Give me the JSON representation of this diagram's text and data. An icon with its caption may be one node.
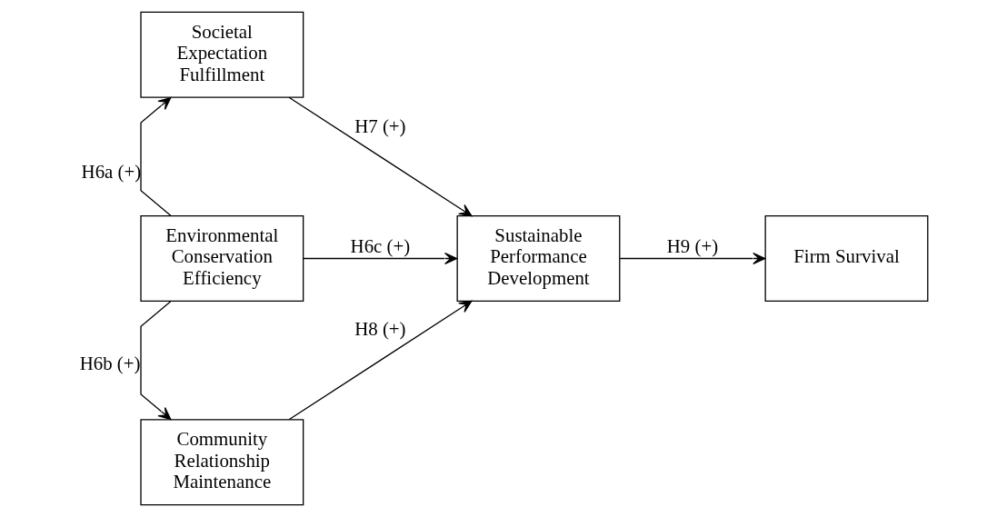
{
  "diagram": {
    "nodes": [
      {
        "text": [
          "Societal Expectation Fulfillment"
        ]
      },
      {
        "text": [
          "Environmental Conservation Efficiency"
        ]
      },
      {
        "text": [
          "Community Relationship Maintenance"
        ]
      },
      {
        "text": [
          "Sustainable Performance Development"
        ]
      },
      {
        "text": [
          "Firm Survival"
        ]
      }
    ],
    "edges": [
      {
        "from": 1,
        "to": 0,
        "arrow": "to",
        "label": "H6a (+)"
      },
      {
        "from": 1,
        "to": 2,
        "arrow": "to",
        "label": "H6b (+)"
      },
      {
        "from": 1,
        "to": 3,
        "arrow": "to",
        "label": "H6c (+)"
      },
      {
        "from": 0,
        "to": 3,
        "arrow": "to",
        "label": "H7 (+)"
      },
      {
        "from": 2,
        "to": 3,
        "arrow": "to",
        "label": "H8 (+)"
      },
      {
        "from": 3,
        "to": 4,
        "arrow": "to",
        "label": "H9 (+)"
      }
    ]
  }
}
